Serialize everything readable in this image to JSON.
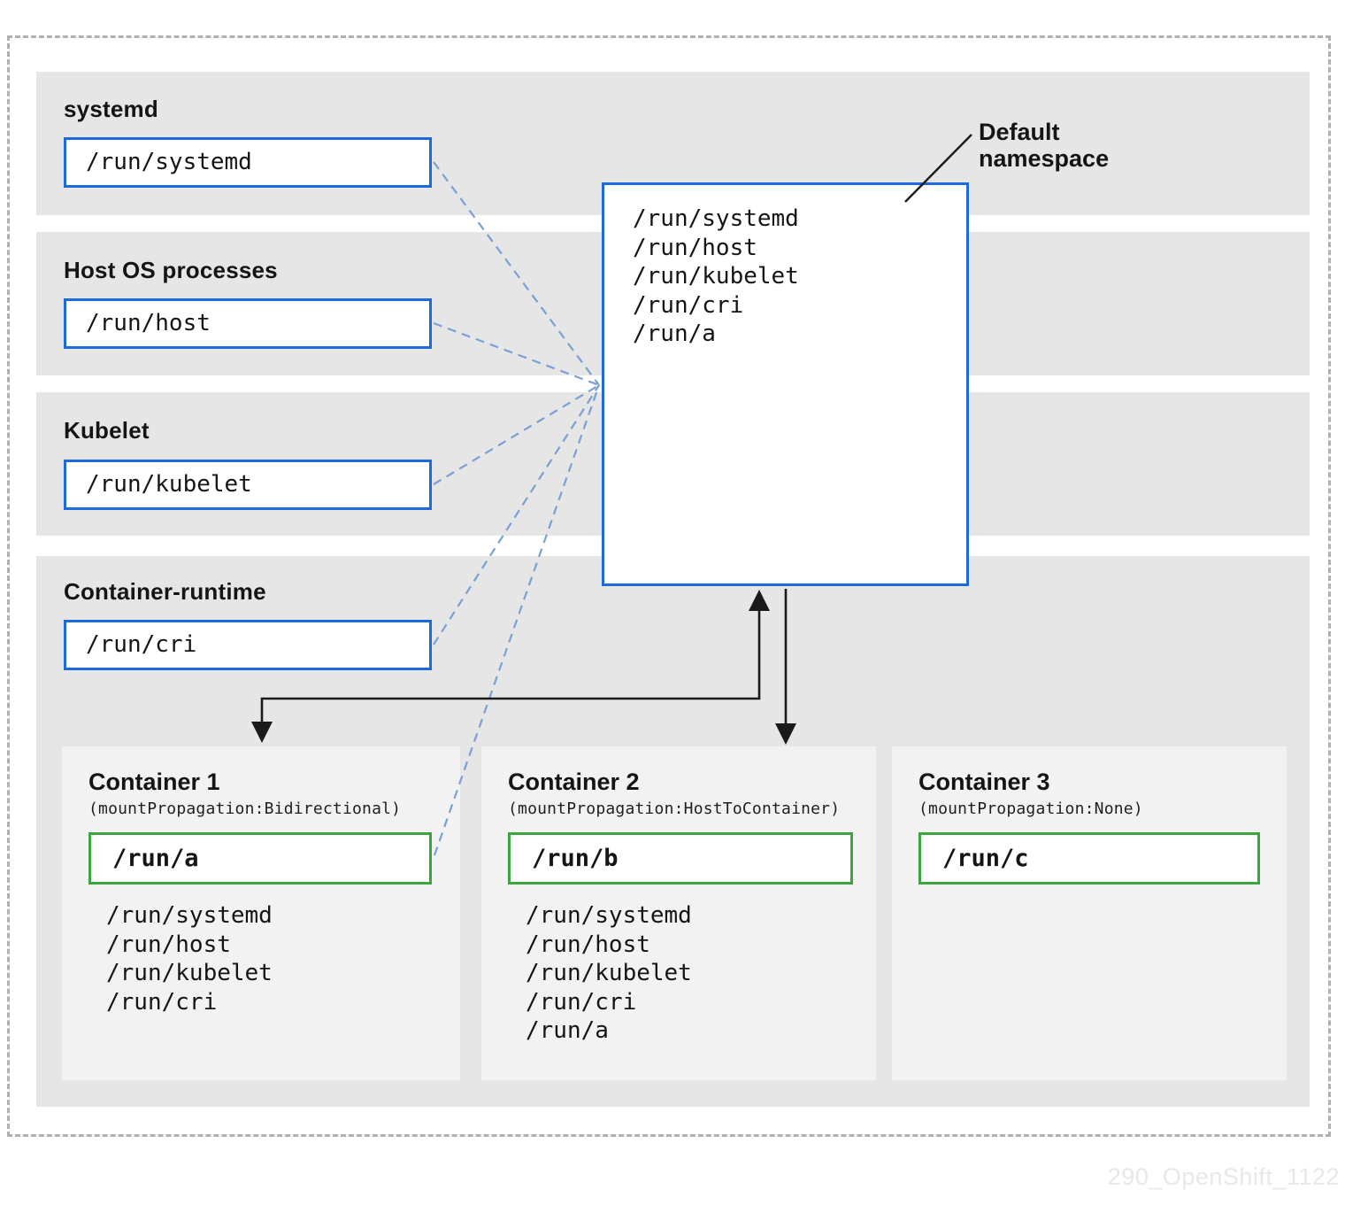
{
  "rows": [
    {
      "label": "systemd",
      "path": "/run/systemd"
    },
    {
      "label": "Host OS processes",
      "path": "/run/host"
    },
    {
      "label": "Kubelet",
      "path": "/run/kubelet"
    },
    {
      "label": "Container-runtime",
      "path": "/run/cri"
    }
  ],
  "namespace": {
    "callout_line1": "Default",
    "callout_line2": "namespace",
    "mounts": [
      "/run/systemd",
      "/run/host",
      "/run/kubelet",
      "/run/cri",
      "/run/a"
    ]
  },
  "containers": [
    {
      "title": "Container 1",
      "subtitle": "(mountPropagation:Bidirectional)",
      "mount": "/run/a",
      "propagated": [
        "/run/systemd",
        "/run/host",
        "/run/kubelet",
        "/run/cri"
      ]
    },
    {
      "title": "Container 2",
      "subtitle": "(mountPropagation:HostToContainer)",
      "mount": "/run/b",
      "propagated": [
        "/run/systemd",
        "/run/host",
        "/run/kubelet",
        "/run/cri",
        "/run/a"
      ]
    },
    {
      "title": "Container 3",
      "subtitle": "(mountPropagation:None)",
      "mount": "/run/c",
      "propagated": []
    }
  ],
  "watermark": "290_OpenShift_1122",
  "colors": {
    "accent_blue": "#1e69dc",
    "connector_blue": "#7aa0d4",
    "green": "#3da53d",
    "band_gray": "#e6e6e6",
    "panel_gray": "#f2f2f2",
    "border_gray": "#b1b1b1",
    "arrow_black": "#1a1a1a",
    "text_black": "#151515",
    "watermark_gray": "#e8e8e8"
  }
}
